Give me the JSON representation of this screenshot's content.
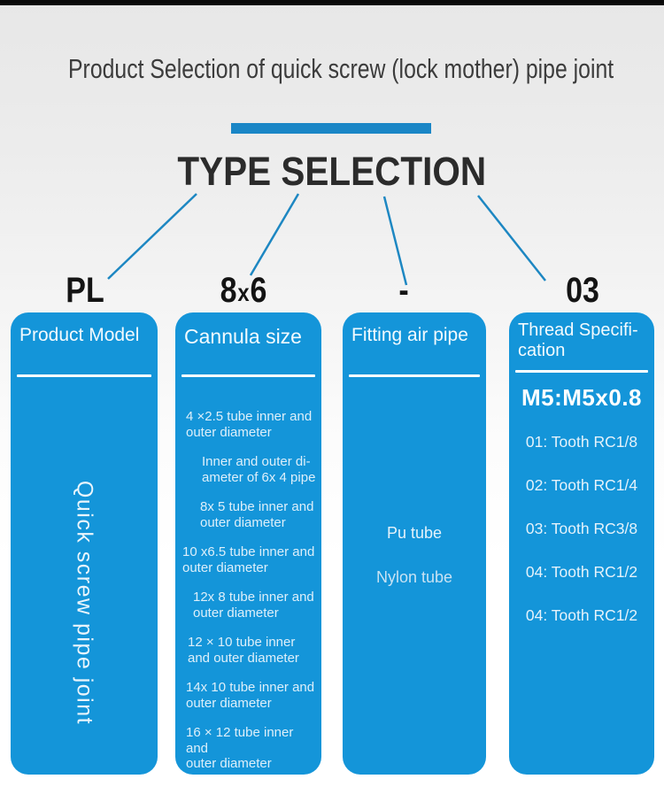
{
  "header": {
    "title": "Product Selection of quick screw (lock mother) pipe joint",
    "section_title": "TYPE SELECTION"
  },
  "model_code": {
    "product_model": "PL",
    "cannula_size": {
      "first": "8",
      "sep": "x",
      "second": "6"
    },
    "separator": "-",
    "thread_spec": "03"
  },
  "columns": {
    "product_model": {
      "header": "Product Model",
      "body_vertical": "Quick screw pipe joint"
    },
    "cannula_size": {
      "header": "Cannula size",
      "items": [
        "4 ×2.5 tube inner and\nouter diameter",
        "Inner and outer di-\nameter of 6x 4 pipe",
        "8x 5 tube inner and\nouter diameter",
        "10 x6.5 tube inner and\nouter diameter",
        "12x 8 tube inner and\nouter diameter",
        "12 × 10 tube inner\nand outer diameter",
        "14x 10 tube inner and\nouter diameter",
        "16 × 12 tube inner and\nouter diameter"
      ]
    },
    "fitting_air_pipe": {
      "header": "Fitting air pipe",
      "items": [
        "Pu tube",
        "Nylon tube"
      ]
    },
    "thread_specification": {
      "header": "Thread Specifi-\ncation",
      "highlight": "M5:M5x0.8",
      "items": [
        "01: Tooth RC1/8",
        "02: Tooth RC1/4",
        "03: Tooth RC3/8",
        "04: Tooth RC1/2",
        "04: Tooth RC1/2"
      ]
    }
  },
  "colors": {
    "column_blue": "#1495d9",
    "divider_blue": "#1a86c6",
    "connector_blue": "#1d87c2",
    "top_bar_black": "#0a0a0a",
    "title_text": "#3c3c3c",
    "section_title_text": "#2b2b2b",
    "code_text": "#141414",
    "column_text": "#eaf5fc"
  }
}
